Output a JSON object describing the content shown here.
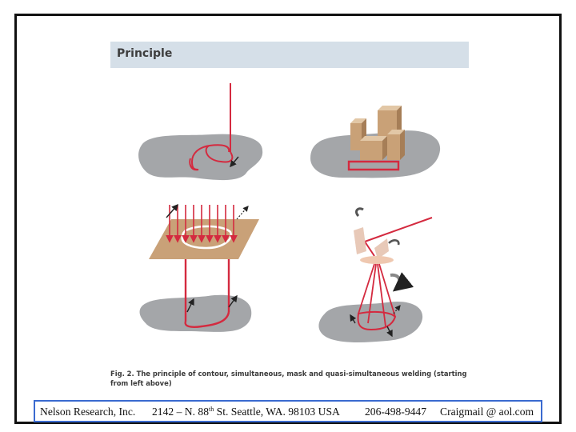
{
  "figure": {
    "title": "Principle",
    "caption": "Fig. 2. The principle of contour, simultaneous, mask and quasi-simultaneous welding (starting from left above)"
  },
  "footer": {
    "company": "Nelson Research, Inc.",
    "address_number": "2142 – N. 88",
    "address_suffix": "th",
    "address_rest": " St. Seattle, WA. 98103  USA",
    "phone": "206-498-9447",
    "email": "Craigmail @ aol.com"
  },
  "colors": {
    "laser_red": "#d42a3f",
    "part_gray": "#a4a6a9",
    "mask_tan": "#c9a178",
    "block_tan": "#c9a177",
    "header_blue": "#d5dfe8",
    "footer_border": "#3a6ad0"
  }
}
